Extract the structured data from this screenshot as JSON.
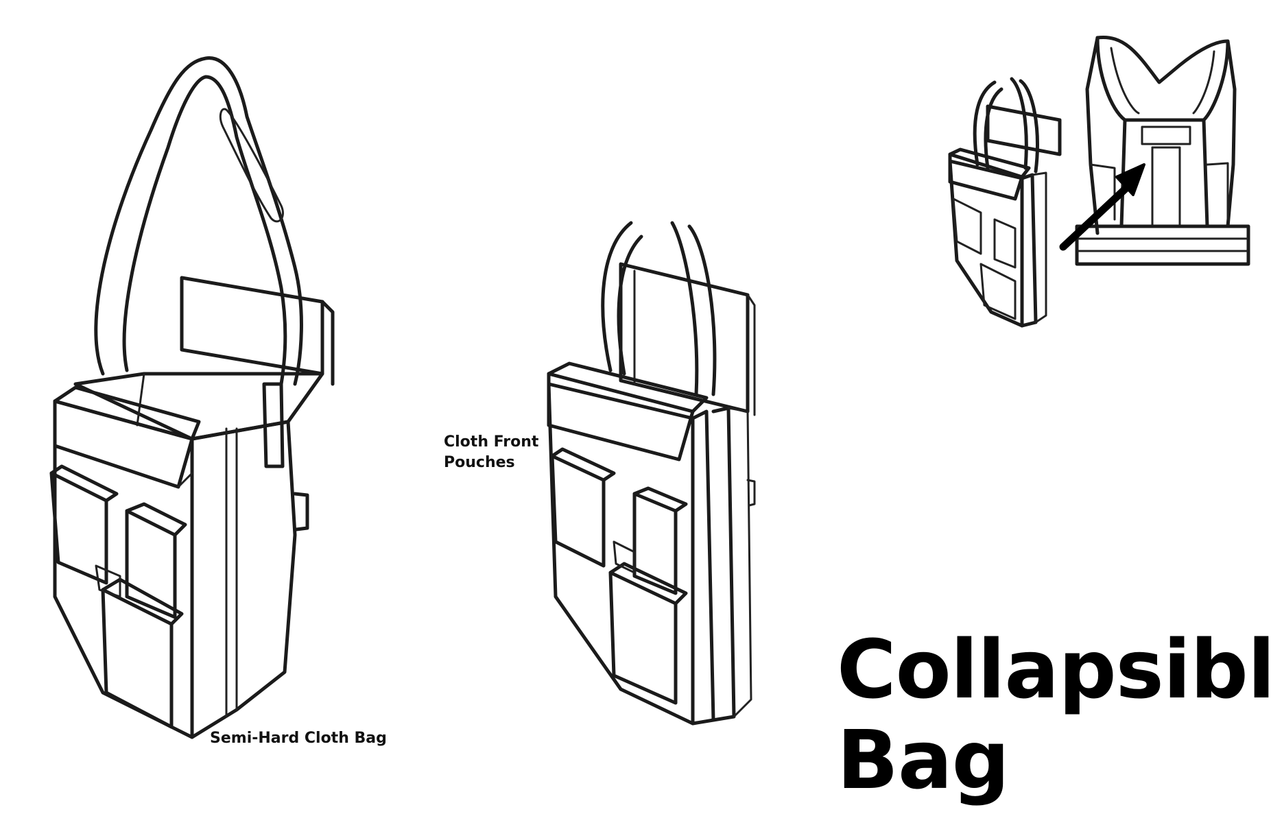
{
  "title": {
    "line1": "Collapsible",
    "line2": "Bag"
  },
  "labels": {
    "semi_hard": "Semi-Hard Cloth Bag",
    "front_line1": "Cloth Front",
    "front_line2": "Pouches"
  },
  "colors": {
    "ink": "#1b1b1b",
    "background": "#ffffff"
  }
}
